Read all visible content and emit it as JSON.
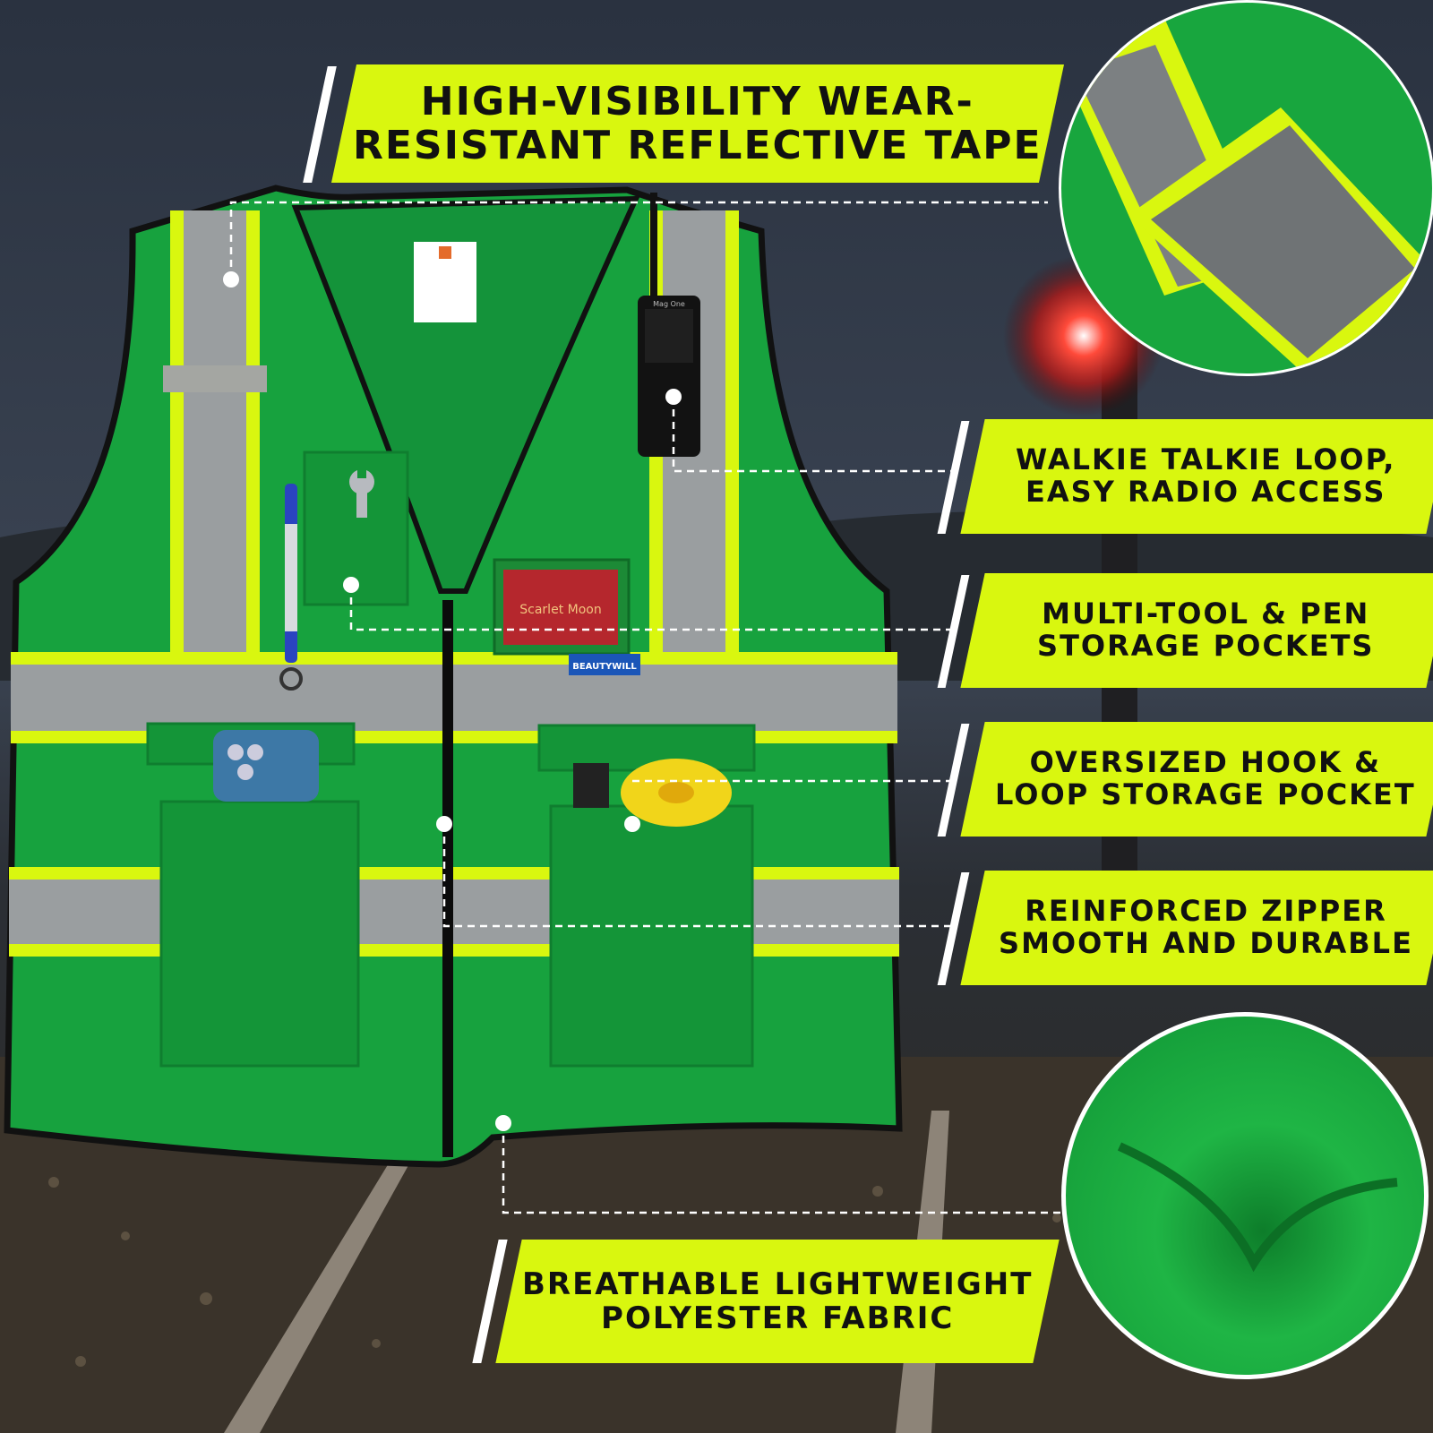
{
  "callouts": {
    "reflective_tape": [
      "HIGH-VISIBILITY WEAR-",
      "RESISTANT REFLECTIVE TAPE"
    ],
    "walkie_loop": [
      "WALKIE TALKIE LOOP,",
      "EASY RADIO ACCESS"
    ],
    "tool_pockets": [
      "MULTI-TOOL & PEN",
      "STORAGE POCKETS"
    ],
    "hook_pocket": [
      "OVERSIZED HOOK &",
      "LOOP STORAGE POCKET"
    ],
    "zipper": [
      "REINFORCED ZIPPER",
      "SMOOTH AND DURABLE"
    ],
    "fabric": [
      "BREATHABLE LIGHTWEIGHT",
      "POLYESTER FABRIC"
    ]
  },
  "vest": {
    "brand_label": "BEAUTYWILL",
    "badge_text": [
      "Scarlet Moon"
    ],
    "radio_brand": "Mag One"
  },
  "colors": {
    "vest_green": "#17a23e",
    "tape_yellow": "#d9f70f",
    "reflective_gray": "#9a9ea0",
    "callout_bg": "#d9f70f"
  },
  "icons": [
    "walkie-talkie-icon",
    "pen-icon",
    "wrench-icon",
    "phone-icon",
    "tape-measure-icon",
    "zipper-icon"
  ]
}
